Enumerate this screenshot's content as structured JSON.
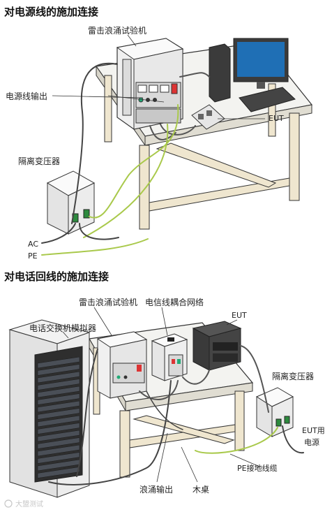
{
  "section1": {
    "title": "对电源线的施加连接",
    "labels": {
      "surge_tester": "雷击浪涌试验机",
      "power_output": "电源线输出",
      "eut": "EUT",
      "isolation_transformer": "隔离变压器",
      "ac": "AC",
      "pe": "PE"
    }
  },
  "section2": {
    "title": "对电话回线的施加连接",
    "labels": {
      "surge_tester": "雷击浪涌试验机",
      "coupling_network": "电信线耦合网络",
      "eut": "EUT",
      "exchange_simulator": "电话交换机模拟器",
      "isolation_transformer": "隔离变压器",
      "eut_power_line1": "EUT用",
      "eut_power_line2": "电源",
      "pe_ground_cable": "PE接地线缆",
      "surge_output": "浪涌输出",
      "wood_table": "木桌"
    }
  },
  "watermark": "大盟测试",
  "colors": {
    "table_top": "#f3f3f0",
    "table_leg": "#efe6cf",
    "device_panel": "#e8e8e8",
    "pe_wire": "#a9c94b",
    "monitor_screen": "#1f6fb5",
    "dark_device": "#3b3b3b"
  }
}
